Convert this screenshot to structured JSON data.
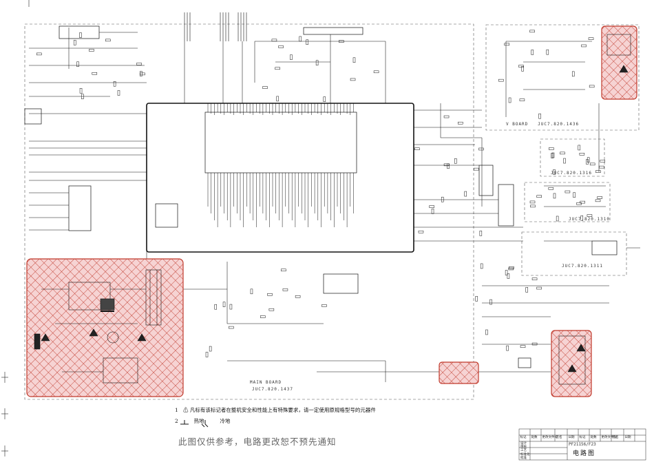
{
  "boards": {
    "main": "MAIN BOARD",
    "main_code": "JUC7.820.1437",
    "v": "V BOARD",
    "v_code": "JUC7.820.1436",
    "b1": "JUC7.820.1316",
    "b2": "JUC7.820.1310",
    "b3": "JUC7.820.1311"
  },
  "notes": {
    "n1_num": "1",
    "n1": "⚠ 凡标有该标记者在整机安全和性能上有特殊要求，请一定使用原规格型号的元器件",
    "n2_num": "2",
    "n2_hot": "热地",
    "n2_cold": "冷地"
  },
  "disclaimer": "此图仅供参考，电路更改恕不预先通知",
  "title_block": {
    "model": "PF21156/F23",
    "title": "电路图",
    "header_cells": [
      "标记",
      "处数",
      "更改文件号",
      "签名",
      "日期",
      "标记",
      "处数",
      "更改文件号",
      "签名",
      "日期"
    ],
    "row_labels": [
      "设计",
      "审核",
      "工艺",
      "标准化",
      "批准"
    ]
  },
  "colors": {
    "hazard_fill": "#f3c4c4",
    "hazard_stroke": "#c0392b",
    "ink": "#111111",
    "dash": "#555555"
  }
}
